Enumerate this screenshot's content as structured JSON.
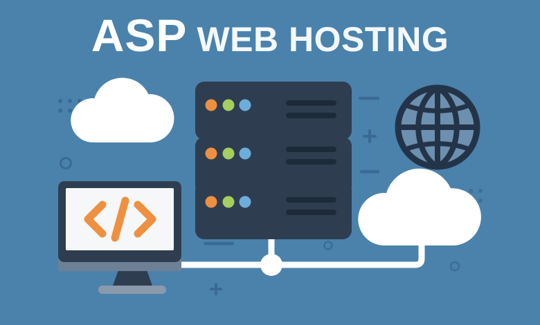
{
  "banner": {
    "title_primary": "ASP",
    "title_secondary": "WEB HOSTING",
    "background_color": "#4a82ac"
  },
  "palette": {
    "background": "#4a82ac",
    "server_body": "#2e3e50",
    "server_body_dark": "#26333f",
    "server_bar": "#1d2a38",
    "led_orange": "#ed9042",
    "led_green": "#a4ce5e",
    "led_blue": "#6baedb",
    "cloud_white": "#ffffff",
    "cloud_offwhite": "#f7f9fa",
    "monitor_bezel": "#2e3e50",
    "monitor_screen": "#f5f7f8",
    "monitor_chin": "#6e8096",
    "monitor_base": "#8b9aab",
    "code_orange": "#ee9040",
    "globe_outline": "#243448",
    "globe_fill": "#6d90b0",
    "connector_white": "#ffffff",
    "decor_navy": "#3a6a92",
    "title_white": "#ffffff"
  },
  "graphics": {
    "server_stack": {
      "name": "server-stack",
      "unit_count": 3,
      "units": [
        {
          "label": "server-unit-top",
          "leds": [
            "orange",
            "green",
            "blue"
          ],
          "bars": 2
        },
        {
          "label": "server-unit-middle",
          "leds": [
            "orange",
            "green",
            "blue"
          ],
          "bars": 2
        },
        {
          "label": "server-unit-bottom",
          "leds": [
            "orange",
            "green",
            "blue"
          ],
          "bars": 2
        }
      ]
    },
    "monitor": {
      "name": "code-monitor",
      "screen_symbol": "</>",
      "symbol_color": "#ee9040"
    },
    "globe": {
      "name": "globe",
      "meridians": 3,
      "parallels": 3
    },
    "clouds": [
      {
        "name": "cloud-left",
        "has_connector": false
      },
      {
        "name": "cloud-right",
        "has_connector": true
      }
    ],
    "network": {
      "name": "network-connector",
      "node_label": "connector-node",
      "links": [
        "monitor-to-node",
        "node-to-server",
        "node-to-cloud"
      ]
    },
    "decorations": [
      {
        "name": "dot-grid-top-left",
        "rows": 2,
        "cols": 3
      },
      {
        "name": "dot-grid-bottom-right",
        "rows": 2,
        "cols": 3
      },
      {
        "name": "ring-left",
        "shape": "circle-outline"
      },
      {
        "name": "ring-center",
        "shape": "circle-outline"
      },
      {
        "name": "ring-bottom-right",
        "shape": "circle-outline"
      },
      {
        "name": "dash-upper-right",
        "shape": "line"
      },
      {
        "name": "dash-mid-right",
        "shape": "line"
      },
      {
        "name": "dash-center-left",
        "shape": "line"
      },
      {
        "name": "plus-right",
        "shape": "plus"
      },
      {
        "name": "plus-bottom-left",
        "shape": "plus"
      }
    ]
  }
}
